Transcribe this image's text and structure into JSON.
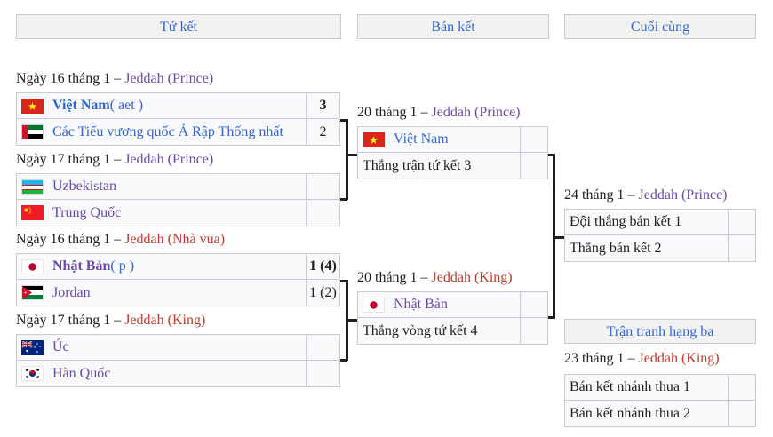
{
  "headers": {
    "quarterfinals": "Tứ kết",
    "semifinals": "Bán kết",
    "final": "Cuối cùng",
    "third_place": "Trận tranh hạng ba"
  },
  "quarterfinals": [
    {
      "date": "Ngày 16 tháng 1 – ",
      "venue": "Jeddah (Prince)",
      "teams": [
        {
          "flag": "vietnam-flag",
          "name": "Việt Nam",
          "note": " ( aet )",
          "score": "3",
          "winner": true
        },
        {
          "flag": "uae-flag",
          "name": "Các Tiểu vương quốc Ả Rập Thống nhất",
          "note": "",
          "score": "2",
          "winner": false
        }
      ]
    },
    {
      "date": "Ngày 17 tháng 1 – ",
      "venue": "Jeddah (Prince)",
      "teams": [
        {
          "flag": "uzbekistan-flag",
          "name": "Uzbekistan",
          "note": "",
          "score": "",
          "winner": false
        },
        {
          "flag": "china-flag",
          "name": "Trung Quốc",
          "note": "",
          "score": "",
          "winner": false
        }
      ]
    },
    {
      "date": "Ngày 16 tháng 1 – ",
      "venue": "Jeddah (Nhà vua)",
      "teams": [
        {
          "flag": "japan-flag",
          "name": "Nhật Bản",
          "note": " ( p )",
          "score": "1 (4)",
          "winner": true
        },
        {
          "flag": "jordan-flag",
          "name": "Jordan",
          "note": "",
          "score": "1 (2)",
          "winner": false
        }
      ]
    },
    {
      "date": "Ngày 17 tháng 1 – ",
      "venue": "Jeddah (King)",
      "teams": [
        {
          "flag": "australia-flag",
          "name": "Úc",
          "note": "",
          "score": "",
          "winner": false
        },
        {
          "flag": "south-korea-flag",
          "name": "Hàn Quốc",
          "note": "",
          "score": "",
          "winner": false
        }
      ]
    }
  ],
  "semifinals": [
    {
      "date": "20 tháng 1 – ",
      "venue": "Jeddah (Prince)",
      "teams": [
        {
          "flag": "vietnam-flag",
          "name": "Việt Nam",
          "score": ""
        },
        {
          "flag": "",
          "name": "Thắng trận tứ kết 3",
          "score": ""
        }
      ]
    },
    {
      "date": "20 tháng 1 – ",
      "venue": "Jeddah (King)",
      "teams": [
        {
          "flag": "japan-flag",
          "name": "Nhật Bản",
          "score": ""
        },
        {
          "flag": "",
          "name": "Thắng vòng tứ kết 4",
          "score": ""
        }
      ]
    }
  ],
  "final": {
    "date": "24 tháng 1 – ",
    "venue": "Jeddah (Prince)",
    "teams": [
      {
        "name": "Đội thắng bán kết 1",
        "score": ""
      },
      {
        "name": "Thắng bán kết 2",
        "score": ""
      }
    ]
  },
  "third_place": {
    "date": "23 tháng 1 – ",
    "venue": "Jeddah (King)",
    "teams": [
      {
        "name": "Bán kết nhánh thua 1",
        "score": ""
      },
      {
        "name": "Bán kết nhánh thua 2",
        "score": ""
      }
    ]
  }
}
